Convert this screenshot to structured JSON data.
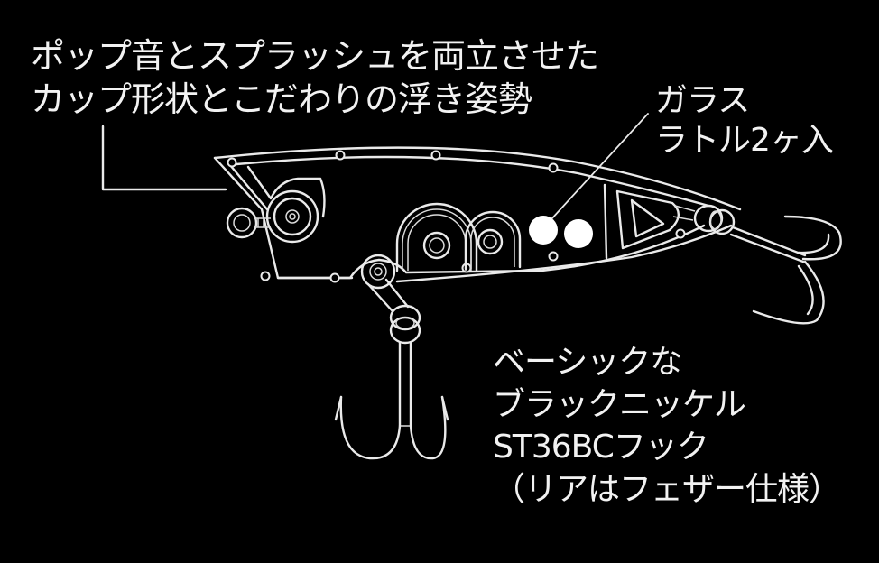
{
  "diagram": {
    "subject": "topwater popper lure cutaway",
    "background_color": "#000000",
    "line_color": "#eaeaea",
    "callouts": [
      {
        "id": "cup",
        "lines": [
          "ポップ音とスプラッシュを両立させた",
          "カップ形状とこだわりの浮き姿勢"
        ]
      },
      {
        "id": "rattle",
        "lines": [
          "ガラス",
          "ラトル2ヶ入"
        ]
      },
      {
        "id": "hook",
        "lines": [
          "ベーシックな",
          "ブラックニッケル",
          "ST36BCフック",
          "（リアはフェザー仕様）"
        ]
      }
    ],
    "parts": [
      "cup-mouth",
      "line-eye",
      "belly-hook-eye",
      "weight-chambers",
      "glass-rattle-balls",
      "tail-chamber",
      "rear-split-ring",
      "front-treble-hook",
      "rear-treble-hook"
    ]
  }
}
